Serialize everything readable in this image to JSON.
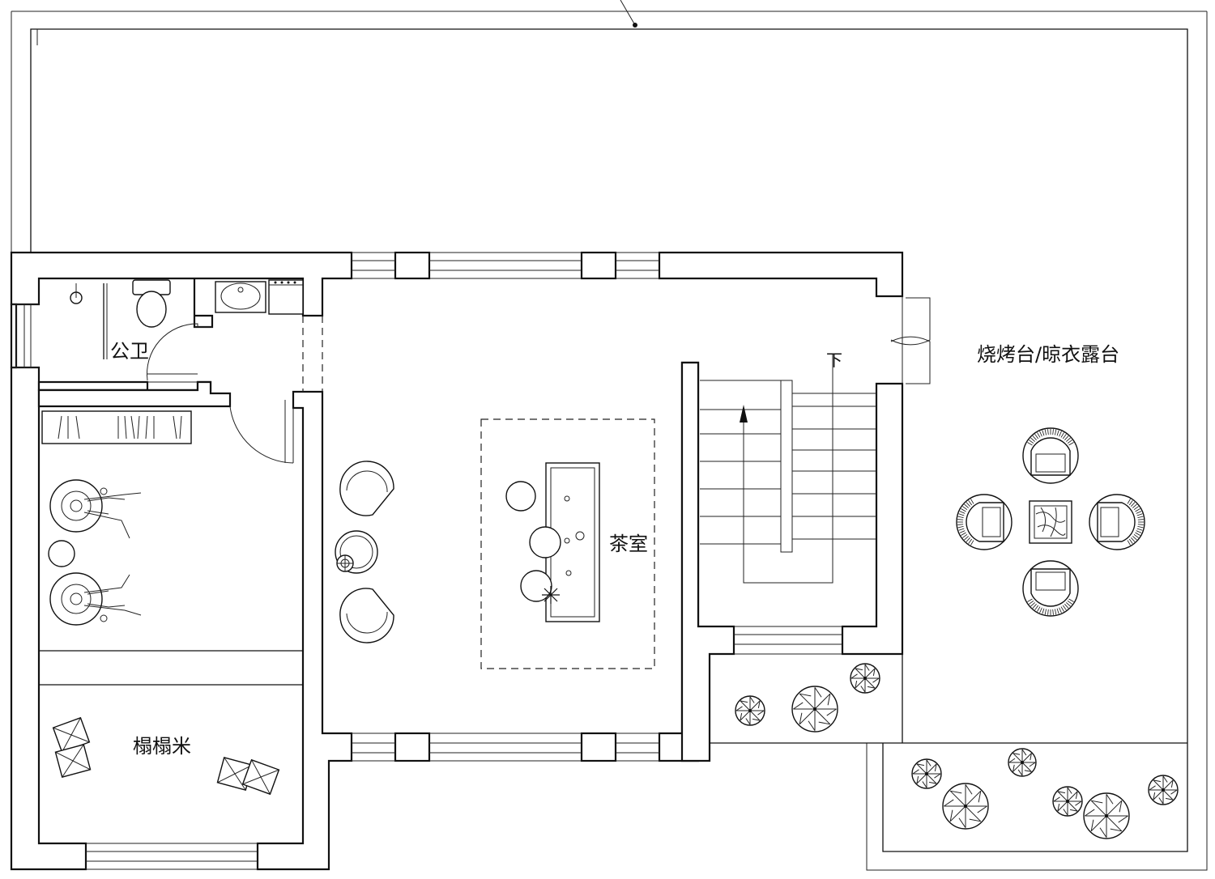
{
  "rooms": {
    "bathroom": "公卫",
    "tatami": "榻榻米",
    "tea_room": "茶室",
    "terrace": "烧烤台/晾衣露台",
    "stair_down": "下"
  }
}
